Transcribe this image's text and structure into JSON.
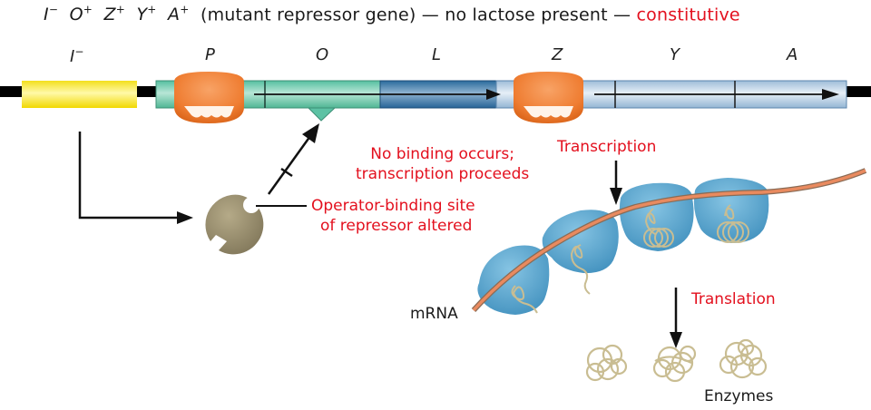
{
  "title": {
    "genotype": [
      {
        "gene": "I",
        "sup": "−"
      },
      {
        "gene": "O",
        "sup": "+"
      },
      {
        "gene": "Z",
        "sup": "+"
      },
      {
        "gene": "Y",
        "sup": "+"
      },
      {
        "gene": "A",
        "sup": "+"
      }
    ],
    "description": "(mutant repressor gene) — no lactose present —",
    "outcome": "constitutive"
  },
  "gene_labels": {
    "I": {
      "letter": "I",
      "sup": "−"
    },
    "P": "P",
    "O": "O",
    "L": "L",
    "Z": "Z",
    "Y": "Y",
    "A": "A"
  },
  "annotations": {
    "no_binding_line1": "No binding occurs;",
    "no_binding_line2": "transcription proceeds",
    "operator_site_line1": "Operator-binding site",
    "operator_site_line2": "of repressor altered",
    "transcription": "Transcription",
    "translation": "Translation",
    "mrna": "mRNA",
    "enzymes": "Enzymes"
  },
  "colors": {
    "red_label": "#e3101e",
    "repressor_gene": "#f5e21a",
    "promoter_operator": "#5cc2a4",
    "leader": "#2d6fa3",
    "structural_genes": "#a9c6e0",
    "rna_polymerase": "#ee7a2a",
    "repressor_protein": "#9c9070",
    "ribosome": "#5aa6cf",
    "mrna_strand": "#e98a5f"
  }
}
